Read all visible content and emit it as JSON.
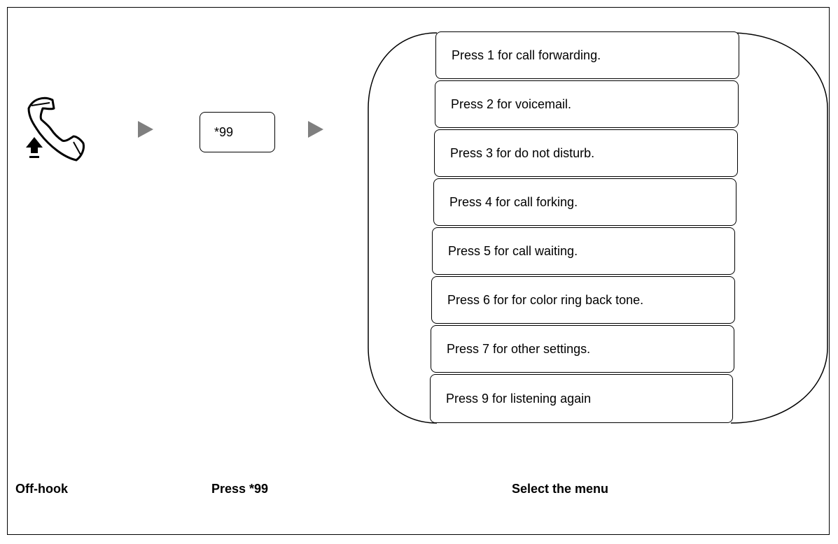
{
  "diagram": {
    "dial_code": "*99",
    "menu_items": [
      "Press 1 for call forwarding.",
      "Press 2 for voicemail.",
      "Press 3 for do not disturb.",
      "Press 4 for call forking.",
      "Press 5 for call waiting.",
      "Press 6 for for color ring back tone.",
      "Press 7 for other settings.",
      "Press 9 for listening again"
    ],
    "captions": {
      "step1": "Off-hook",
      "step2": "Press *99",
      "step3": "Select the menu"
    },
    "icons": {
      "phone": "off-hook-phone-icon",
      "arrow": "right-triangle-arrow-icon"
    },
    "colors": {
      "arrow": "#7f7f7f",
      "line": "#000000"
    }
  }
}
